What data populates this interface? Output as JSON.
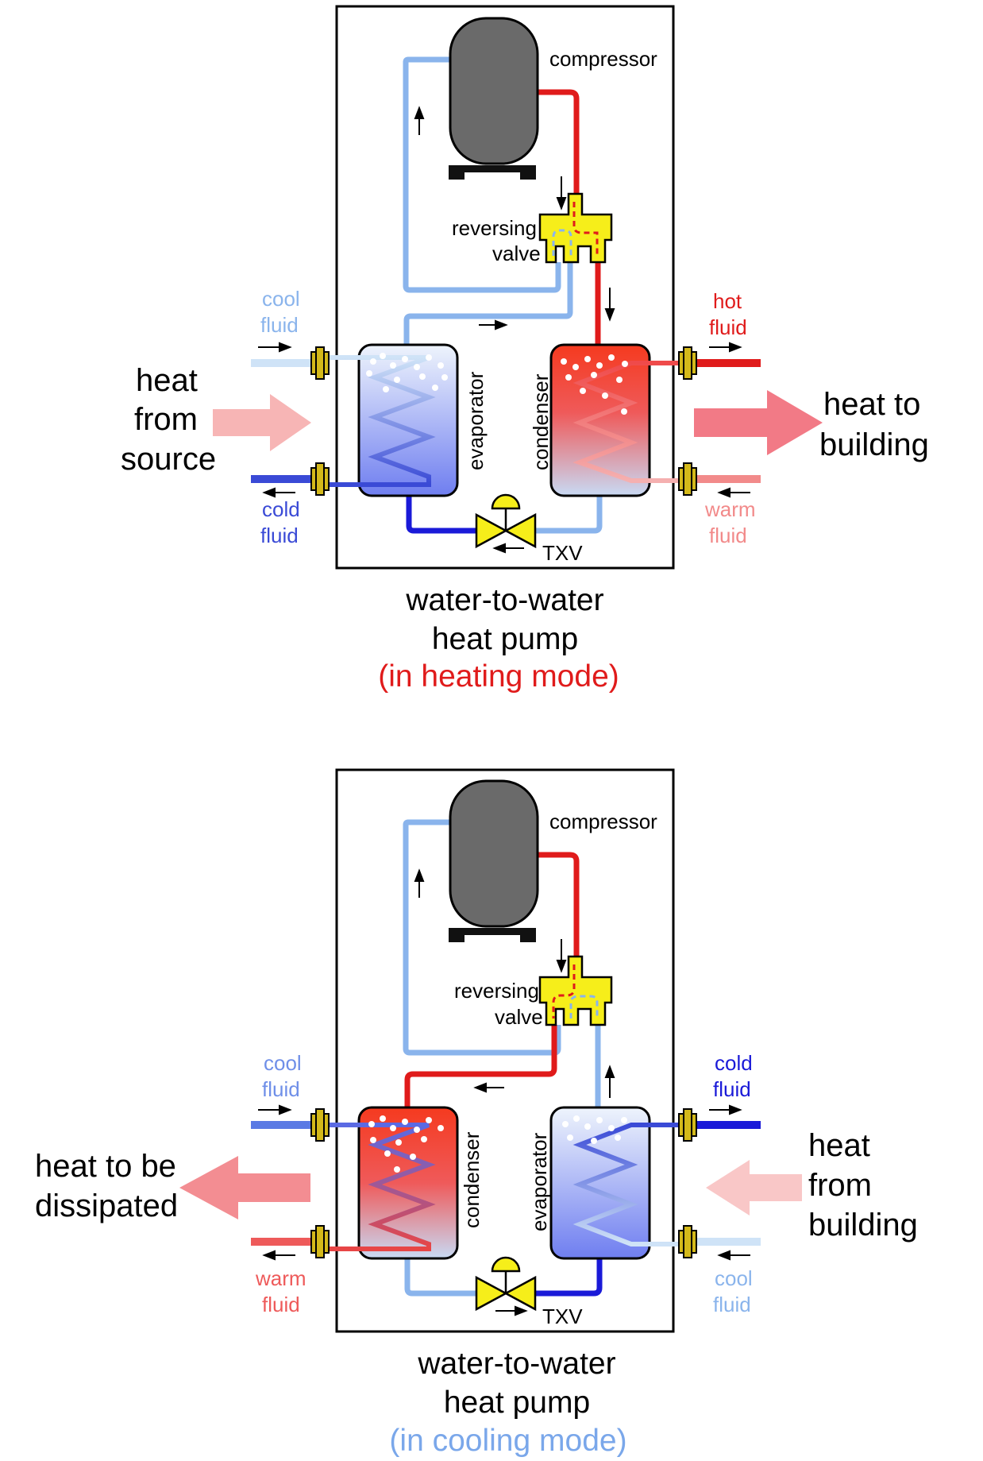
{
  "colors": {
    "hot": "#e01b1b",
    "hot_light": "#ee6b6b",
    "warm": "#f28a8a",
    "cool": "#8ab4ec",
    "cool_light": "#cfe3f7",
    "cold": "#1a1ad8",
    "cold_mid": "#5a6ae4",
    "compressor": "#6a6a6a",
    "valve_yellow": "#f6ee1a",
    "caption_heating": "#e01b1b",
    "caption_cooling": "#7aa7ea",
    "arrow_pink": "#f7b5b5",
    "arrow_pink_strong": "#f27a86",
    "arrow_pale_pink": "#f9c7c7"
  },
  "icons": [
    "flow-arrow-icon",
    "fitting-icon",
    "txv-valve-icon",
    "heat-flow-arrow-icon"
  ],
  "heating": {
    "compressor": "compressor",
    "reversing_1": "reversing",
    "reversing_2": "valve",
    "left_hx": "evaporator",
    "right_hx": "condenser",
    "txv": "TXV",
    "left_top_1": "cool",
    "left_top_2": "fluid",
    "left_bot_1": "cold",
    "left_bot_2": "fluid",
    "right_top_1": "hot",
    "right_top_2": "fluid",
    "right_bot_1": "warm",
    "right_bot_2": "fluid",
    "side_left_1": "heat",
    "side_left_2": "from",
    "side_left_3": "source",
    "side_right_1": "heat to",
    "side_right_2": "building",
    "caption_1": "water-to-water",
    "caption_2": "heat pump",
    "caption_3": "(in heating mode)"
  },
  "cooling": {
    "compressor": "compressor",
    "reversing_1": "reversing",
    "reversing_2": "valve",
    "left_hx": "condenser",
    "right_hx": "evaporator",
    "txv": "TXV",
    "left_top_1": "cool",
    "left_top_2": "fluid",
    "left_bot_1": "warm",
    "left_bot_2": "fluid",
    "right_top_1": "cold",
    "right_top_2": "fluid",
    "right_bot_1": "cool",
    "right_bot_2": "fluid",
    "side_left_1": "heat to be",
    "side_left_2": "dissipated",
    "side_right_1": "heat",
    "side_right_2": "from",
    "side_right_3": "building",
    "caption_1": "water-to-water",
    "caption_2": "heat pump",
    "caption_3": "(in cooling mode)"
  }
}
